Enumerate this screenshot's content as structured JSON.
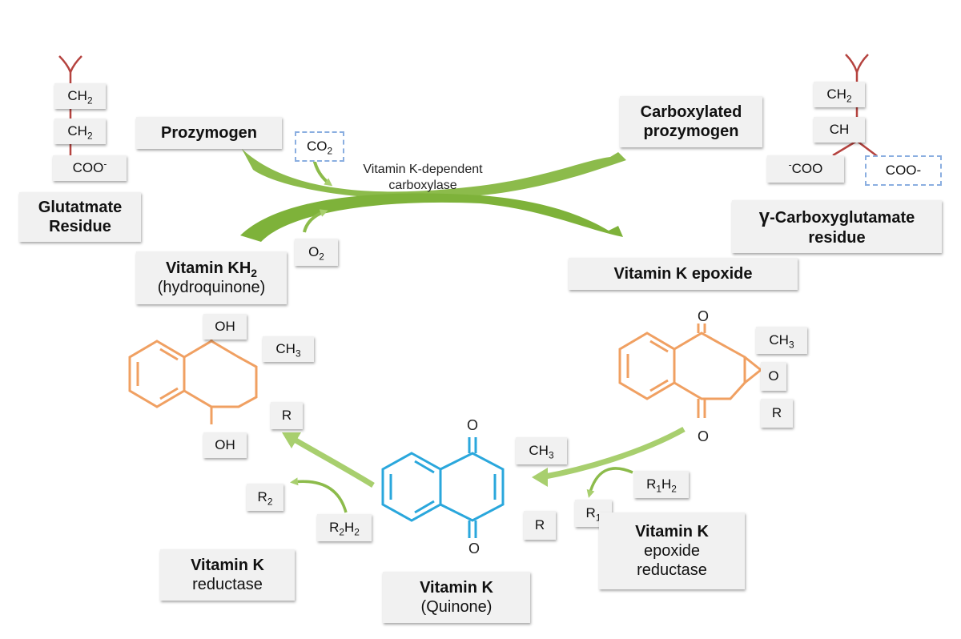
{
  "colors": {
    "arrow_green": "#7eb23a",
    "arrow_light": "#a8cf6e",
    "residue_red": "#b5433f",
    "hydroquinone_orange": "#f0a062",
    "quinone_blue": "#2aa7dc",
    "epoxide_orange": "#f0a062",
    "dashed_blue": "#8aaee0"
  },
  "enzyme_label": {
    "line1": "Vitamin K-dependent",
    "line2": "carboxylase"
  },
  "glutamate": {
    "group1": "CH",
    "group1_sub": "2",
    "group2": "CH",
    "group2_sub": "2",
    "group3": "COO",
    "group3_sup": "-",
    "title_line1": "Glutatmate",
    "title_line2": "Residue"
  },
  "carboxyglutamate": {
    "group1": "CH",
    "group1_sub": "2",
    "group2": "CH",
    "left_sup": "-",
    "left": "COO",
    "right": "COO-",
    "title_symbol": "γ",
    "title_rest": "-Carboxyglutamate",
    "title_line2": "residue"
  },
  "prozymogen": "Prozymogen",
  "carboxylated": {
    "line1": "Carboxylated",
    "line2": "prozymogen"
  },
  "co2": {
    "main": "CO",
    "sub": "2"
  },
  "o2": {
    "main": "O",
    "sub": "2"
  },
  "vitamin_kh2": {
    "main": "Vitamin KH",
    "sub": "2",
    "line2": "(hydroquinone)"
  },
  "vitamin_k_epoxide": "Vitamin K epoxide",
  "hydroquinone": {
    "oh_top": "OH",
    "oh_bottom": "OH",
    "ch3_main": "CH",
    "ch3_sub": "3",
    "r": "R"
  },
  "epoxide": {
    "o_top": "O",
    "o_bottom": "O",
    "o_ring": "O",
    "ch3_main": "CH",
    "ch3_sub": "3",
    "r": "R"
  },
  "quinone": {
    "o_top": "O",
    "o_bottom": "O",
    "ch3_main": "CH",
    "ch3_sub": "3",
    "r": "R"
  },
  "r2": {
    "main": "R",
    "sub": "2"
  },
  "r2h2": {
    "a": "R",
    "a_sub": "2",
    "b": "H",
    "b_sub": "2"
  },
  "r1": {
    "main": "R",
    "sub": "1"
  },
  "r1h2": {
    "a": "R",
    "a_sub": "1",
    "b": "H",
    "b_sub": "2"
  },
  "vitamin_k_reductase": {
    "line1": "Vitamin K",
    "line2": "reductase"
  },
  "vitamin_k": {
    "line1": "Vitamin K",
    "line2": "(Quinone)"
  },
  "vitamin_k_epoxide_reductase": {
    "line1": "Vitamin K",
    "line2": "epoxide",
    "line3": "reductase"
  }
}
